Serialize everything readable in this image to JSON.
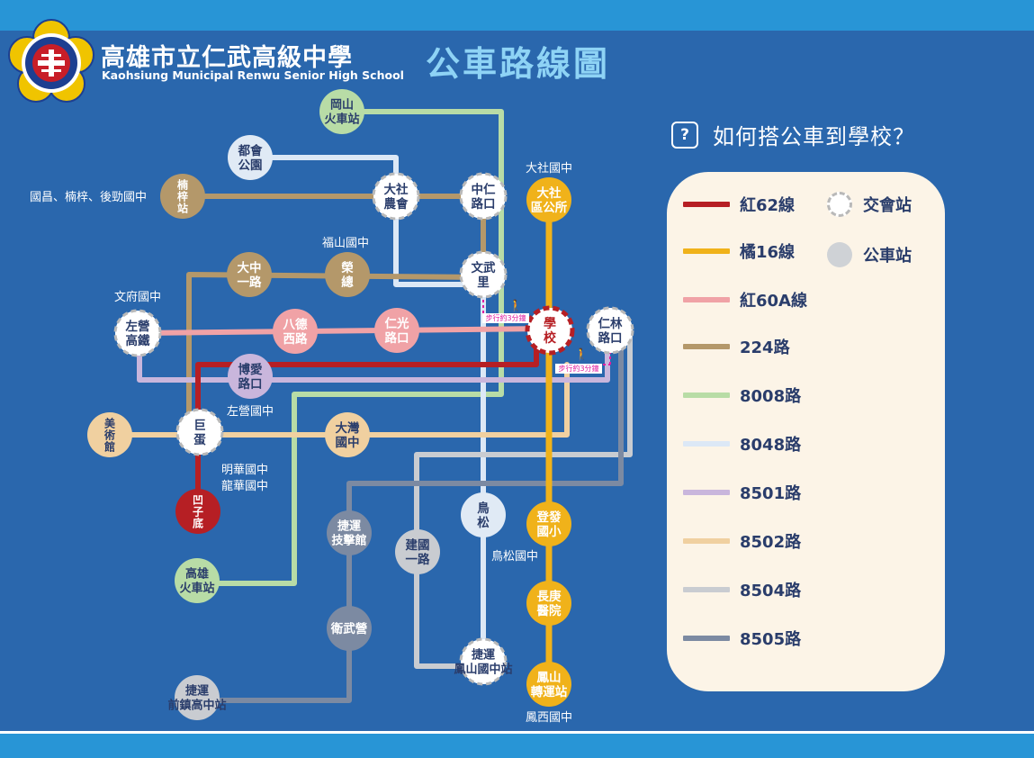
{
  "header": {
    "school_name": "高雄市立仁武高級中學",
    "school_name_en": "Kaohsiung Municipal Renwu Senior High School",
    "map_title": "公車路線圖"
  },
  "legend": {
    "question": "如何搭公車到學校？",
    "question_mark": "?",
    "routes": [
      {
        "label": "紅62線",
        "color": "#b61f24"
      },
      {
        "label": "橘16線",
        "color": "#f0b21a"
      },
      {
        "label": "紅60A線",
        "color": "#f0a2a6"
      },
      {
        "label": "224路",
        "color": "#b4986a"
      },
      {
        "label": "8008路",
        "color": "#b8dca6"
      },
      {
        "label": "8048路",
        "color": "#dce8f6"
      },
      {
        "label": "8501路",
        "color": "#c9b6dc"
      },
      {
        "label": "8502路",
        "color": "#f0d0a0"
      },
      {
        "label": "8504路",
        "color": "#c9ccd1"
      },
      {
        "label": "8505路",
        "color": "#7c8aa2"
      }
    ],
    "transfer_label": "交會站",
    "stop_label": "公車站"
  },
  "stations": [
    {
      "id": "gangshan",
      "label": "岡山\n火車站"
    },
    {
      "id": "duhui",
      "label": "都會\n公園"
    },
    {
      "id": "nanzi",
      "label": "楠\n梓\n站"
    },
    {
      "id": "dashe-farm",
      "label": "大社\n農會"
    },
    {
      "id": "zhongren",
      "label": "中仁\n路口"
    },
    {
      "id": "dashe-office",
      "label": "大社\n區公所"
    },
    {
      "id": "dazhong",
      "label": "大中\n一路"
    },
    {
      "id": "rongzong",
      "label": "榮\n總"
    },
    {
      "id": "wenwuli",
      "label": "文武\n里"
    },
    {
      "id": "zuoying",
      "label": "左營\n高鐵"
    },
    {
      "id": "bade",
      "label": "八德\n西路"
    },
    {
      "id": "renguang",
      "label": "仁光\n路口"
    },
    {
      "id": "school",
      "label": "學\n校"
    },
    {
      "id": "renlin",
      "label": "仁林\n路口"
    },
    {
      "id": "boai",
      "label": "博愛\n路口"
    },
    {
      "id": "museum",
      "label": "美\n術\n館"
    },
    {
      "id": "judan",
      "label": "巨\n蛋"
    },
    {
      "id": "dabi",
      "label": "大灣\n國中"
    },
    {
      "id": "aoziti",
      "label": "凹\n子\n底"
    },
    {
      "id": "niaosong",
      "label": "鳥\n松"
    },
    {
      "id": "dengfa",
      "label": "登發\n國小"
    },
    {
      "id": "mrt-arena",
      "label": "捷運\n技擊館"
    },
    {
      "id": "jianguo",
      "label": "建國\n一路"
    },
    {
      "id": "kaohsiung-station",
      "label": "高雄\n火車站"
    },
    {
      "id": "changgeng",
      "label": "長庚\n醫院"
    },
    {
      "id": "weiwuying",
      "label": "衛武營"
    },
    {
      "id": "mrt-fengshan-jh",
      "label": "捷運\n鳳山國中站"
    },
    {
      "id": "fengshan-transfer",
      "label": "鳳山\n轉運站"
    },
    {
      "id": "mrt-qianzhen",
      "label": "捷運\n前鎮高中站"
    }
  ],
  "labels": [
    {
      "id": "guochang",
      "text": "國昌、楠梓、後勁國中"
    },
    {
      "id": "dashe-jh",
      "text": "大社國中"
    },
    {
      "id": "fushan-jh",
      "text": "福山國中"
    },
    {
      "id": "wenfu-jh",
      "text": "文府國中"
    },
    {
      "id": "zuoying-jh",
      "text": "左營國中"
    },
    {
      "id": "minghua-jh",
      "text": "明華國中"
    },
    {
      "id": "longhua-jh",
      "text": "龍華國中"
    },
    {
      "id": "niaosong-jh",
      "text": "鳥松國中"
    },
    {
      "id": "fengxi-jh",
      "text": "鳳西國中"
    },
    {
      "id": "walk1",
      "text": "步行約3分鐘"
    },
    {
      "id": "walk2",
      "text": "步行約3分鐘"
    }
  ],
  "colors": {
    "background": "#2a67ad",
    "band": "#2895d6",
    "title_accent": "#8ed3f5",
    "legend_bg": "#fcf4e7",
    "legend_text": "#2a3d6b",
    "walk_accent": "#e020a0"
  }
}
